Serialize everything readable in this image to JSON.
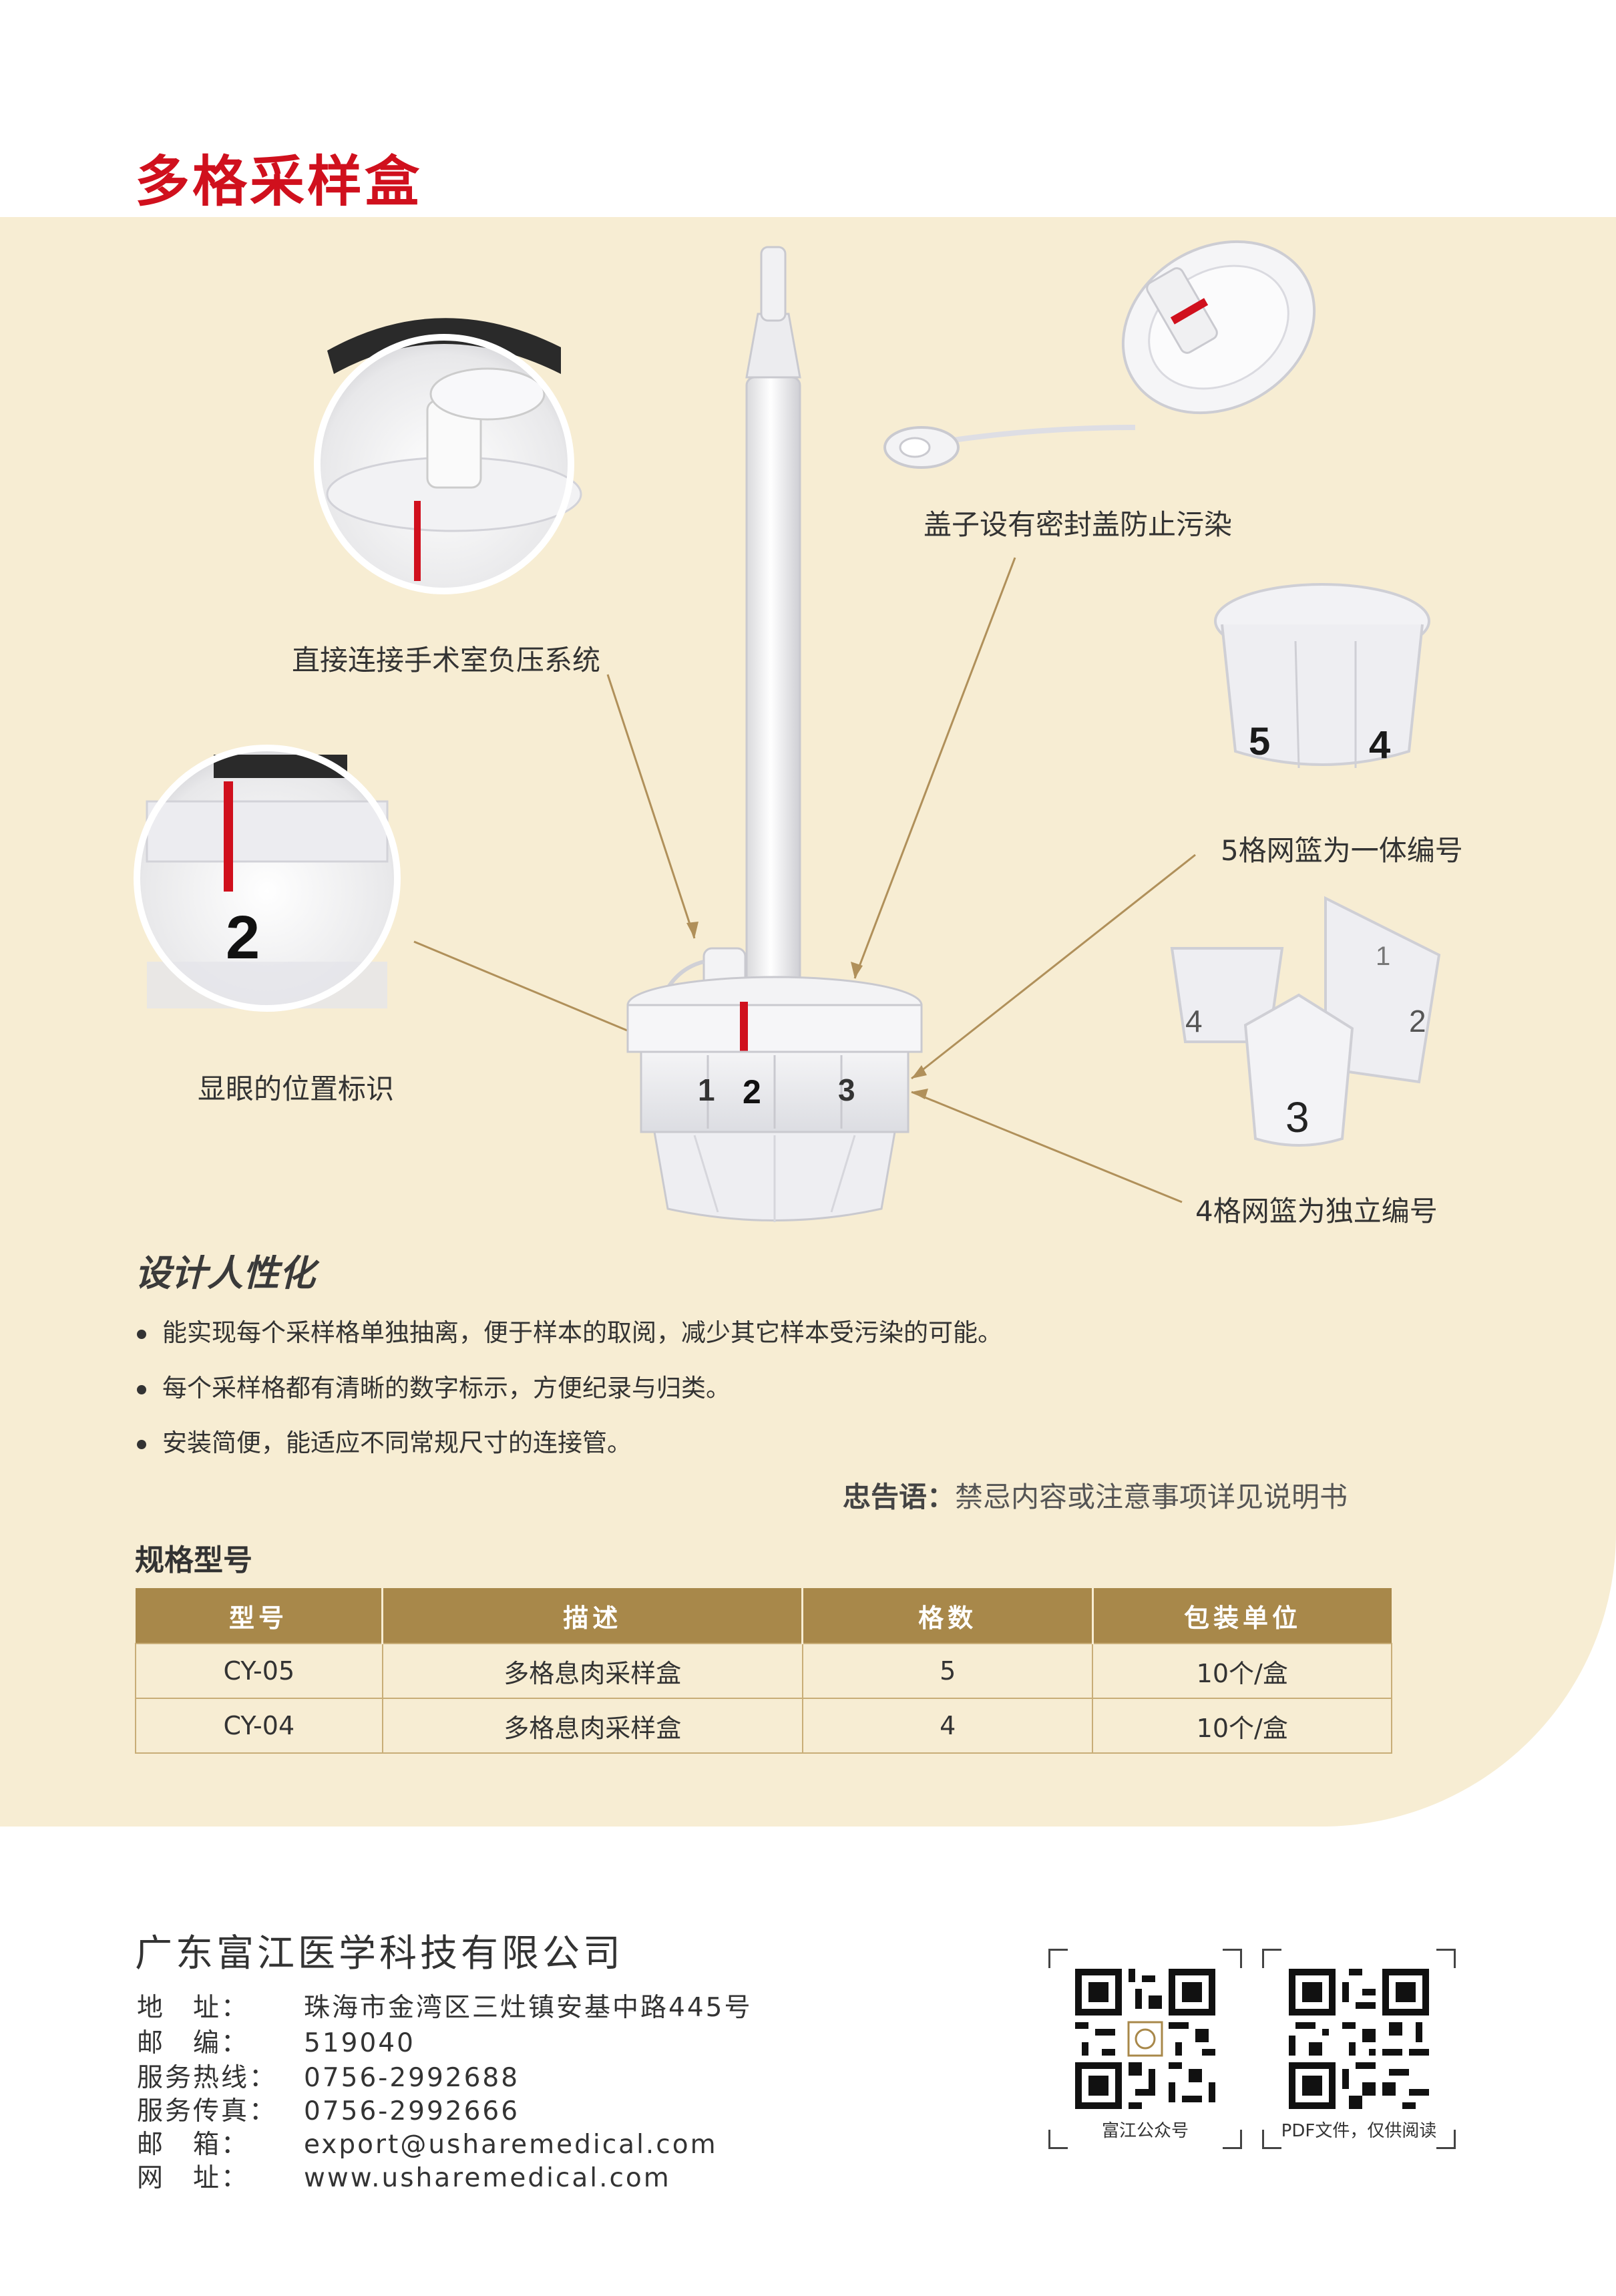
{
  "page_title": "多格采样盒",
  "callouts": {
    "cap_seal": "盖子设有密封盖防止污染",
    "direct_connect": "直接连接手术室负压系统",
    "basket5": "5格网篮为一体编号",
    "position_mark": "显眼的位置标识",
    "basket4": "4格网篮为独立编号"
  },
  "product_labels": {
    "chamber_1": "1",
    "chamber_2": "2",
    "chamber_3": "3",
    "basket5_n5": "5",
    "basket5_n4": "4",
    "basket4_n4": "4",
    "basket4_n3": "3",
    "basket4_n2": "2",
    "basket4_n1": "1",
    "zoom_n2": "2"
  },
  "design": {
    "heading": "设计人性化",
    "bullets": [
      "能实现每个采样格单独抽离，便于样本的取阅，减少其它样本受污染的可能。",
      "每个采样格都有清晰的数字标示，方便纪录与归类。",
      "安装简便，能适应不同常规尺寸的连接管。"
    ],
    "warning_label": "忠告语：",
    "warning_text": "禁忌内容或注意事项详见说明书"
  },
  "spec": {
    "heading": "规格型号",
    "columns": [
      "型号",
      "描述",
      "格数",
      "包装单位"
    ],
    "rows": [
      [
        "CY-05",
        "多格息肉采样盒",
        "5",
        "10个/盒"
      ],
      [
        "CY-04",
        "多格息肉采样盒",
        "4",
        "10个/盒"
      ]
    ]
  },
  "footer": {
    "company": "广东富江医学科技有限公司",
    "contacts": [
      {
        "label": "地　址：",
        "value": "珠海市金湾区三灶镇安基中路445号"
      },
      {
        "label": "邮　编：",
        "value": "519040"
      },
      {
        "label": "服务热线：",
        "value": "0756-2992688"
      },
      {
        "label": "服务传真：",
        "value": "0756-2992666"
      },
      {
        "label": "邮　箱：",
        "value": "export@usharemedical.com"
      },
      {
        "label": "网　址：",
        "value": "www.usharemedical.com"
      }
    ],
    "qr1_caption": "富江公众号",
    "qr2_caption": "PDF文件，仅供阅读"
  },
  "colors": {
    "title_red": "#d0101d",
    "panel_bg": "#f7edd3",
    "table_header": "#a8884a",
    "callout_line": "#b0905a"
  }
}
